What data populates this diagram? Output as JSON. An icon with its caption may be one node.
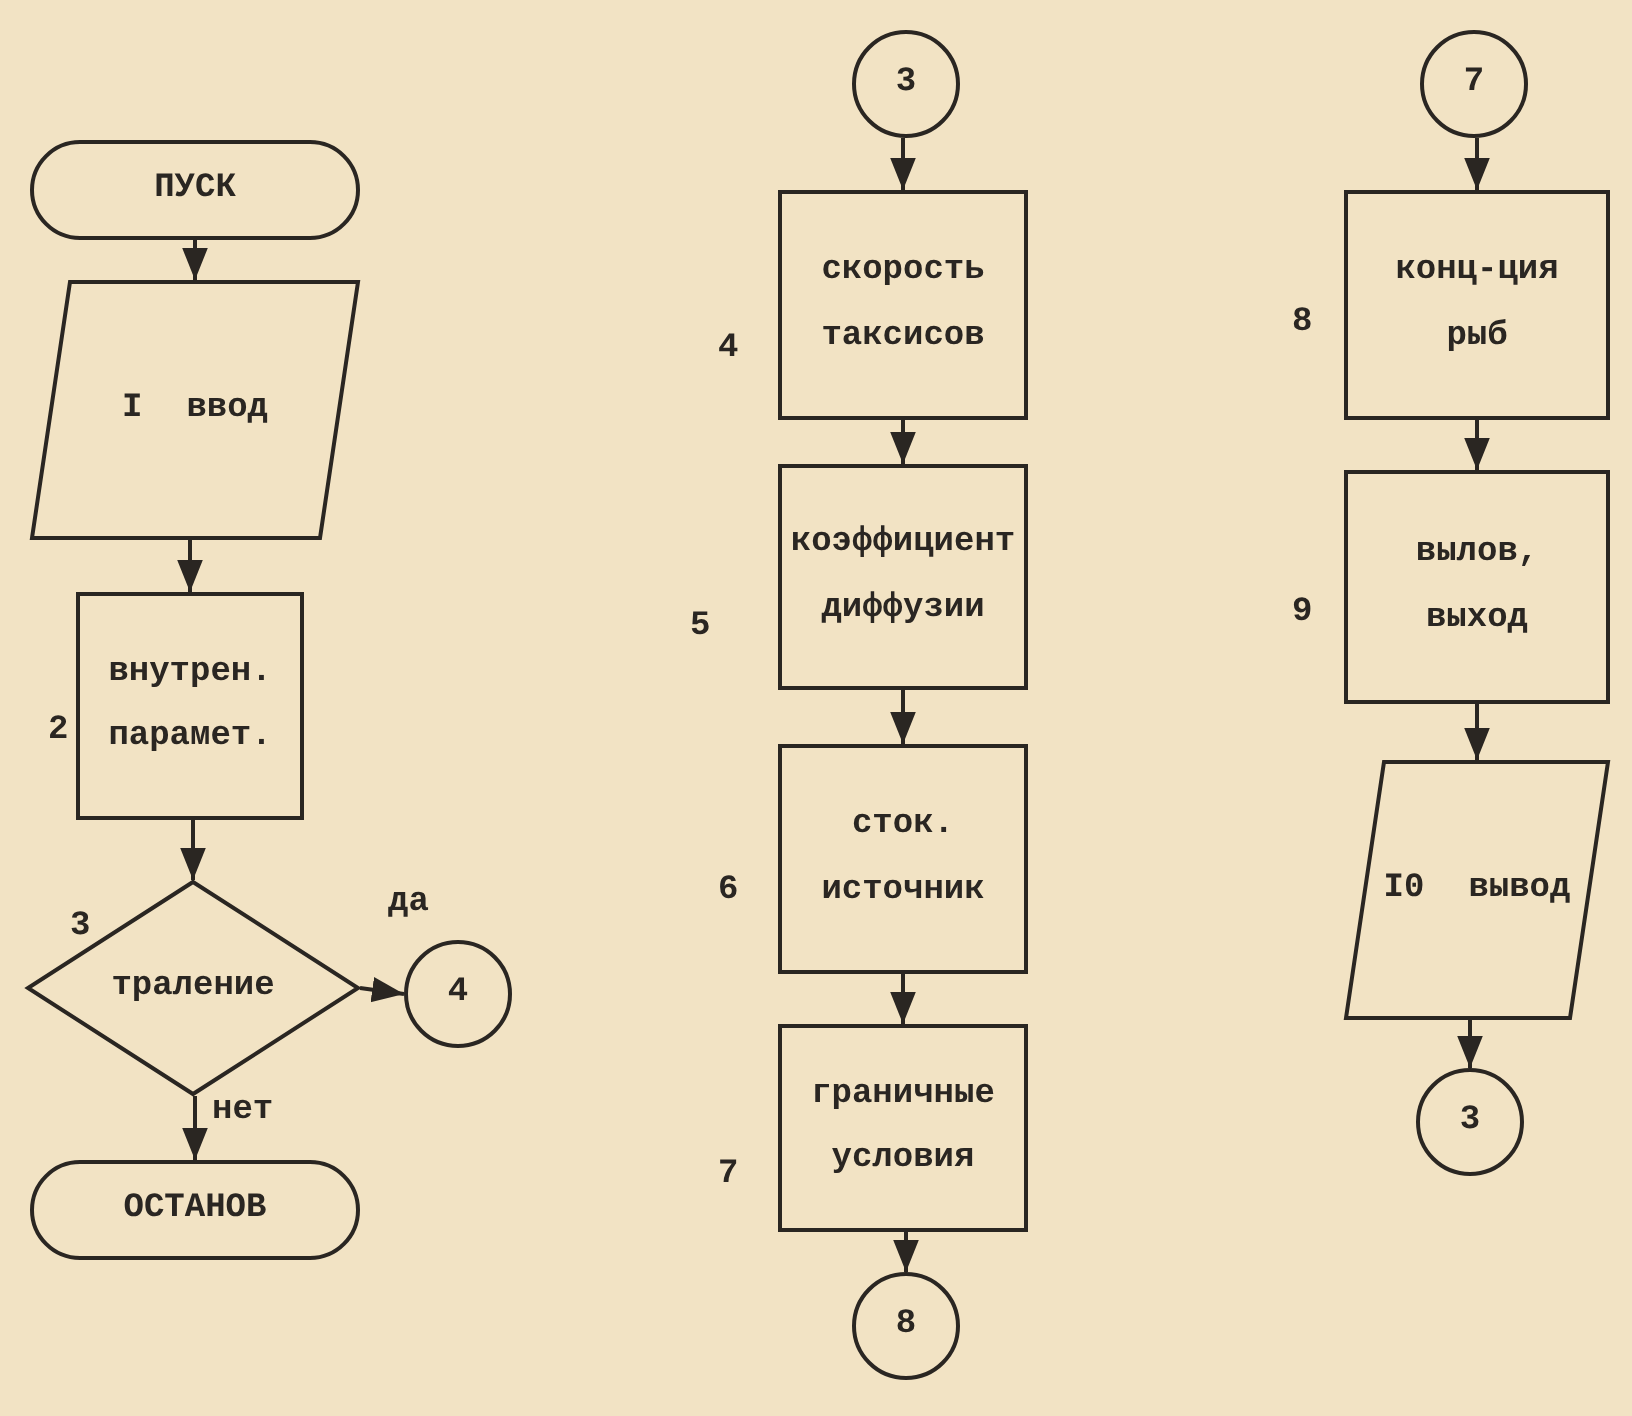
{
  "diagram": {
    "nodes": [
      {
        "text": [
          "ПУСК"
        ]
      },
      {
        "text": [
          "I",
          "ввод"
        ]
      },
      {
        "text": [
          "внутрен. парамет."
        ],
        "beside": [
          "2"
        ]
      },
      {
        "text": [
          "траление"
        ],
        "beside": [
          "3"
        ]
      },
      {
        "text": [
          "4"
        ]
      },
      {
        "text": [
          "ОСТАНОВ"
        ]
      },
      {
        "text": [
          "3"
        ]
      },
      {
        "text": [
          "скорость таксисов"
        ],
        "beside": [
          "4"
        ]
      },
      {
        "text": [
          "коэффициент диффузии"
        ],
        "beside": [
          "5"
        ]
      },
      {
        "text": [
          "сток. источник"
        ],
        "beside": [
          "6"
        ]
      },
      {
        "text": [
          "граничные условия"
        ],
        "beside": [
          "7"
        ]
      },
      {
        "text": [
          "8"
        ]
      },
      {
        "text": [
          "7"
        ]
      },
      {
        "text": [
          "конц-ция рыб"
        ],
        "beside": [
          "8"
        ]
      },
      {
        "text": [
          "вылов, выход"
        ],
        "beside": [
          "9"
        ]
      },
      {
        "text": [
          "I0",
          "вывод"
        ]
      },
      {
        "text": [
          "3"
        ]
      }
    ],
    "edges": [
      {
        "from": 0,
        "to": 1,
        "arrow": "to"
      },
      {
        "from": 1,
        "to": 2,
        "arrow": "to"
      },
      {
        "from": 2,
        "to": 3,
        "arrow": "to"
      },
      {
        "from": 3,
        "to": 4,
        "arrow": "to",
        "label": "да"
      },
      {
        "from": 3,
        "to": 5,
        "arrow": "to",
        "label": "нет"
      },
      {
        "from": 6,
        "to": 7,
        "arrow": "to"
      },
      {
        "from": 7,
        "to": 8,
        "arrow": "to"
      },
      {
        "from": 8,
        "to": 9,
        "arrow": "to"
      },
      {
        "from": 9,
        "to": 10,
        "arrow": "to"
      },
      {
        "from": 10,
        "to": 11,
        "arrow": "to"
      },
      {
        "from": 12,
        "to": 13,
        "arrow": "to"
      },
      {
        "from": 13,
        "to": 14,
        "arrow": "to"
      },
      {
        "from": 14,
        "to": 15,
        "arrow": "to"
      },
      {
        "from": 15,
        "to": 16,
        "arrow": "to"
      }
    ]
  }
}
